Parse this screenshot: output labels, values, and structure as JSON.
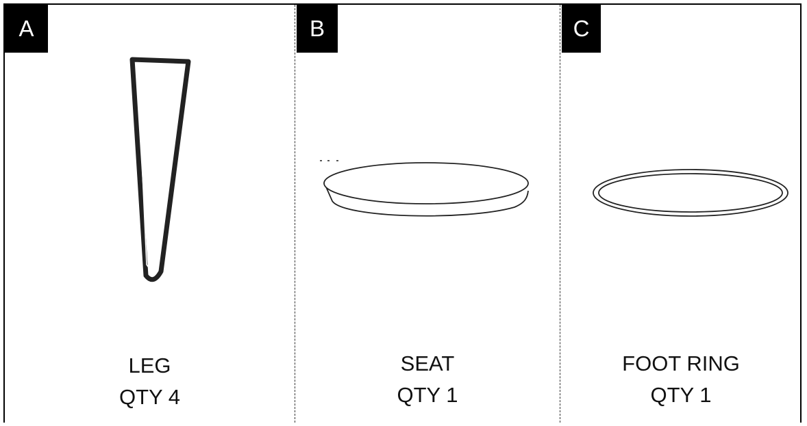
{
  "panels": [
    {
      "letter": "A",
      "name": "LEG",
      "qty": "QTY 4",
      "icon": "hairpin-leg-icon"
    },
    {
      "letter": "B",
      "name": "SEAT",
      "qty": "QTY 1",
      "icon": "round-seat-icon"
    },
    {
      "letter": "C",
      "name": "FOOT RING",
      "qty": "QTY 1",
      "icon": "foot-ring-icon"
    }
  ],
  "colors": {
    "border": "#000000",
    "label_background": "#000000",
    "label_text": "#ffffff",
    "line_art": "#222222"
  }
}
